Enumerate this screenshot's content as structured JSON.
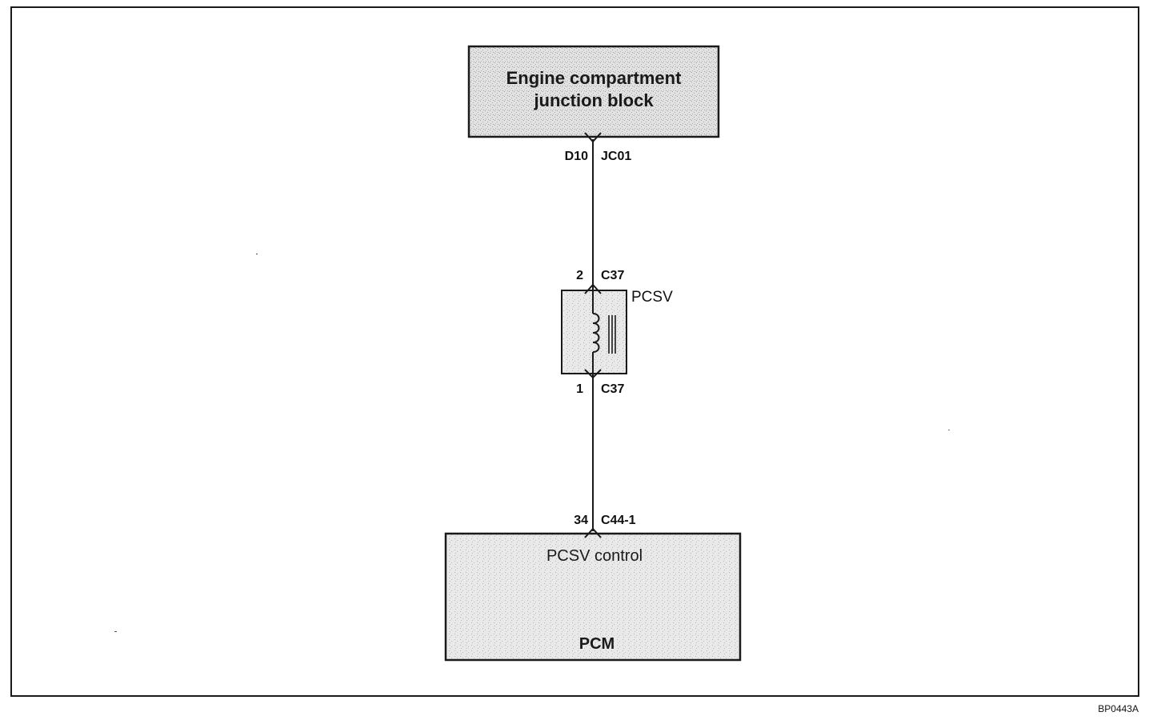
{
  "junction_block": {
    "title_line1": "Engine compartment",
    "title_line2": "junction block",
    "pin": "D10",
    "connector": "JC01"
  },
  "pcsv": {
    "name": "PCSV",
    "top_pin": "2",
    "top_connector": "C37",
    "bottom_pin": "1",
    "bottom_connector": "C37"
  },
  "pcm": {
    "pin": "34",
    "connector": "C44-1",
    "function_label": "PCSV control",
    "name": "PCM"
  },
  "figure_id": "BP0443A",
  "colors": {
    "line": "#1a1a1a",
    "box_fill": "#dcdcdc",
    "pcm_fill": "#e4e4e4",
    "pcsv_fill": "#e8e8e8"
  }
}
